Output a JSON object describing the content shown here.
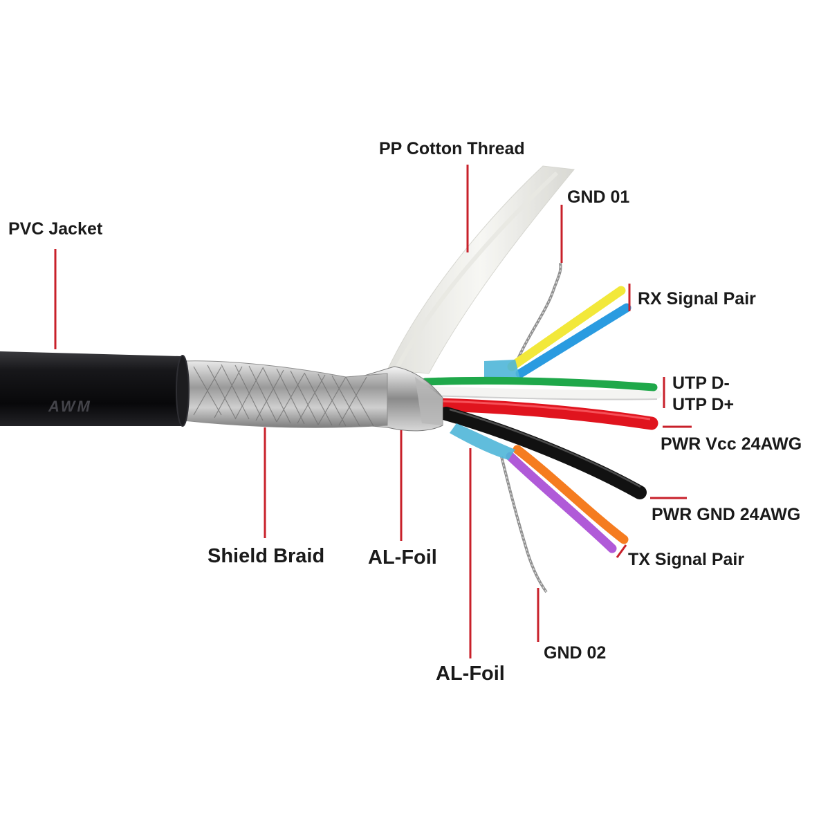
{
  "diagram": {
    "cable_print": "AWM",
    "labels": {
      "pvc_jacket": "PVC Jacket",
      "pp_cotton_thread": "PP Cotton Thread",
      "gnd_01": "GND 01",
      "rx_signal_pair": "RX Signal Pair",
      "utp_d_minus": "UTP D-",
      "utp_d_plus": "UTP D+",
      "pwr_vcc": "PWR Vcc 24AWG",
      "pwr_gnd": "PWR GND 24AWG",
      "tx_signal_pair": "TX Signal Pair",
      "shield_braid": "Shield Braid",
      "al_foil_upper": "AL-Foil",
      "al_foil_lower": "AL-Foil",
      "gnd_02": "GND 02"
    },
    "colors": {
      "leader_line": "#c8202a",
      "jacket": "#0d0d0f",
      "wire_yellow": "#f2e83a",
      "wire_blue": "#2a9be0",
      "wire_green": "#1fa84a",
      "wire_white": "#f4f4f2",
      "wire_red": "#e0141e",
      "wire_black": "#111111",
      "wire_orange": "#f57c20",
      "wire_purple": "#b05ad8",
      "foil_blue": "#4fb6d8"
    }
  }
}
